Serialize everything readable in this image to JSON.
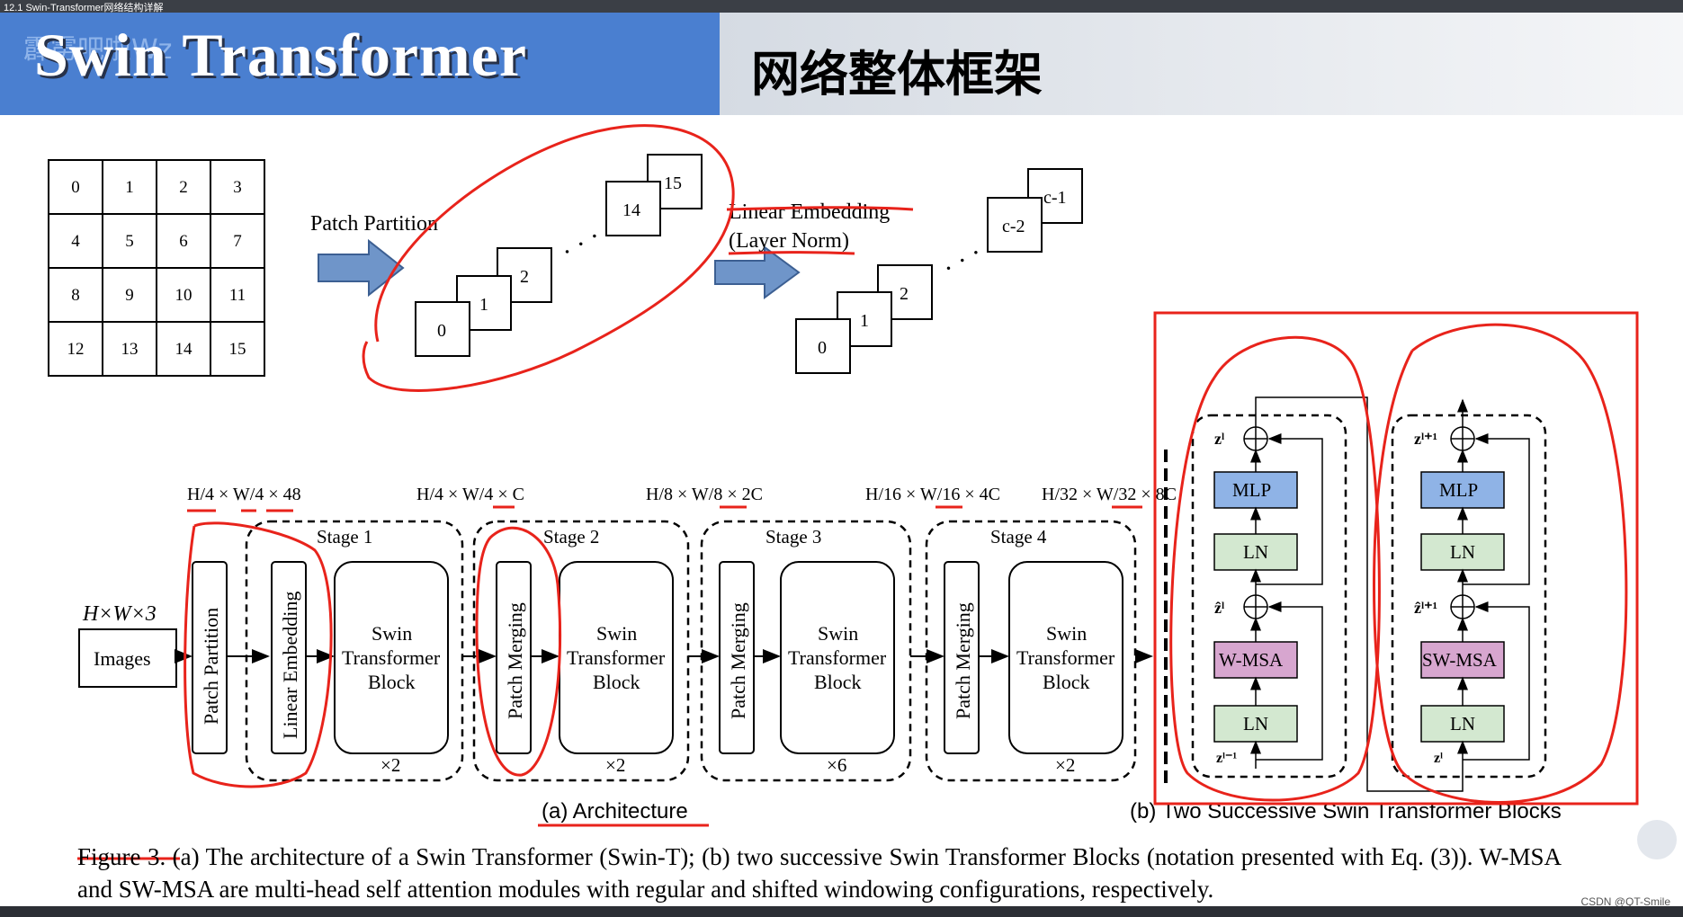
{
  "window": {
    "tab_title": "12.1 Swin-Transformer网络结构详解"
  },
  "banner": {
    "title": "Swin Transformer",
    "watermark": "霹雳吧啦Wz"
  },
  "slide": {
    "heading": "网络整体框架"
  },
  "grid": {
    "cells": [
      "0",
      "1",
      "2",
      "3",
      "4",
      "5",
      "6",
      "7",
      "8",
      "9",
      "10",
      "11",
      "12",
      "13",
      "14",
      "15"
    ]
  },
  "partition": {
    "label": "Patch Partition",
    "patches_left": [
      "0",
      "1",
      "2"
    ],
    "patches_right": [
      "14",
      "15"
    ],
    "embed_label_1": "Linear Embedding",
    "embed_label_2": "(Layer Norm)",
    "out_patches_left": [
      "0",
      "1",
      "2"
    ],
    "out_patches_right": [
      "c-2",
      "c-1"
    ]
  },
  "architecture": {
    "input_dim": "H×W×3",
    "input_label": "Images",
    "patch_partition": "Patch Partition",
    "linear_embedding": "Linear Embedding",
    "patch_merging": "Patch Merging",
    "block_label": [
      "Swin",
      "Transformer",
      "Block"
    ],
    "dims": [
      "H/4 × W/4 × 48",
      "H/4 × W/4 × C",
      "H/8 × W/8 × 2C",
      "H/16 × W/16 × 4C",
      "H/32 × W/32 × 8C"
    ],
    "stages": [
      {
        "name": "Stage 1",
        "repeat": "×2"
      },
      {
        "name": "Stage 2",
        "repeat": "×2"
      },
      {
        "name": "Stage 3",
        "repeat": "×6"
      },
      {
        "name": "Stage 4",
        "repeat": "×2"
      }
    ],
    "caption_a": "(a) Architecture"
  },
  "blocks": {
    "caption_b": "(b) Two Successive Swin Transformer Blocks",
    "left": {
      "mlp": "MLP",
      "ln1": "LN",
      "attn": "W-MSA",
      "ln2": "LN",
      "z_top": "zˡ",
      "z_mid": "ẑˡ",
      "z_in": "zˡ⁻¹"
    },
    "right": {
      "mlp": "MLP",
      "ln1": "LN",
      "attn": "SW-MSA",
      "ln2": "LN",
      "z_top": "zˡ⁺¹",
      "z_mid": "ẑˡ⁺¹",
      "z_in": "zˡ"
    }
  },
  "caption": {
    "figure": "Figure 3.",
    "text": "(a) The architecture of a Swin Transformer (Swin-T); (b) two successive Swin Transformer Blocks (notation presented with Eq. (3)). W-MSA and SW-MSA are multi-head self attention modules with regular and shifted windowing configurations, respectively."
  },
  "credit": "CSDN @QT-Smile",
  "colors": {
    "banner": "#4a7fd0",
    "mlp": "#8fb3e6",
    "ln": "#d3e8d0",
    "wmsa": "#d7a6cf",
    "annotation": "#e8231b",
    "arrow": "#6f95c9"
  }
}
